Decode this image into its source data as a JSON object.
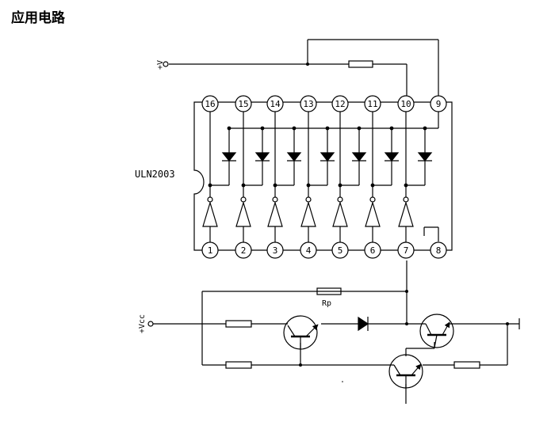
{
  "header": {
    "title": "应用电路"
  },
  "chip": {
    "name": "ULN2003",
    "top_pins": [
      "16",
      "15",
      "14",
      "13",
      "12",
      "11",
      "10",
      "9"
    ],
    "bottom_pins": [
      "1",
      "2",
      "3",
      "4",
      "5",
      "6",
      "7",
      "8"
    ]
  },
  "labels": {
    "v_plus": "+V",
    "vcc": "+Vcc",
    "rp": "Rp"
  }
}
